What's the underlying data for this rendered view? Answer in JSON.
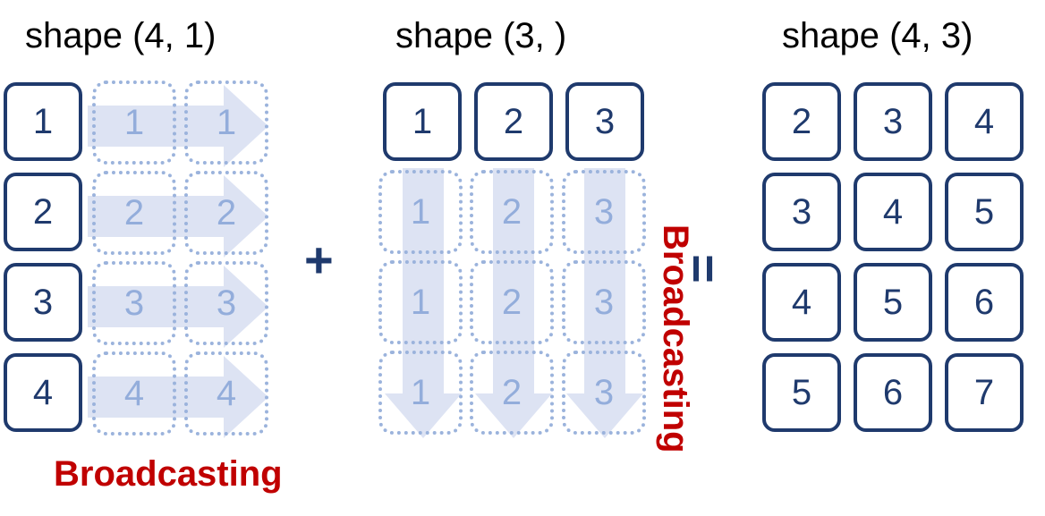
{
  "titles": {
    "left": "shape (4, 1)",
    "middle": "shape (3, )",
    "right": "shape (4, 3)"
  },
  "operators": {
    "plus": "+",
    "equals": "="
  },
  "labels": {
    "broadcasting_bottom": "Broadcasting",
    "broadcasting_vertical": "Broadcasting"
  },
  "left_values": [
    "1",
    "2",
    "3",
    "4"
  ],
  "middle_values": [
    "1",
    "2",
    "3"
  ],
  "result": [
    [
      "2",
      "3",
      "4"
    ],
    [
      "3",
      "4",
      "5"
    ],
    [
      "4",
      "5",
      "6"
    ],
    [
      "5",
      "6",
      "7"
    ]
  ],
  "colors": {
    "box_border": "#1f3a6d",
    "ghost": "#9bb3dc",
    "arrow_fill": "#dde3f3",
    "accent_red": "#c00000"
  }
}
